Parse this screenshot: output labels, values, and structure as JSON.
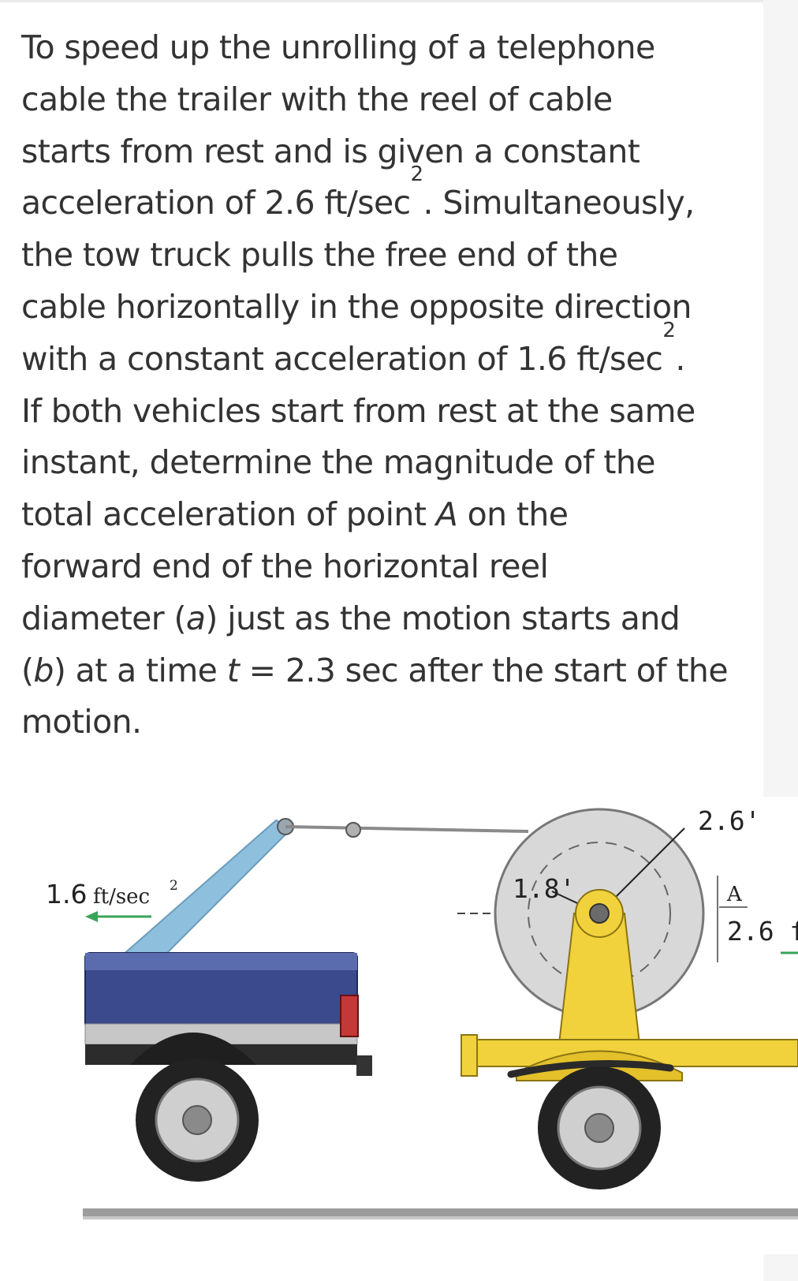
{
  "problem": {
    "line1": "To speed up the unrolling of a telephone",
    "line2": "cable the trailer with the reel of cable",
    "line3": "starts from rest and is given a constant",
    "line4_pre": "acceleration of 2.6 ft/sec",
    "line4_sup": "2",
    "line4_post": ". Simultaneously,",
    "line5": "the tow truck pulls the free end of the",
    "line6": "cable horizontally in the opposite direction",
    "line7_pre": "with a constant acceleration of 1.6 ft/sec",
    "line7_sup": "2",
    "line7_post": ".",
    "line8": "If both vehicles start from rest at the same",
    "line9": "instant, determine the magnitude of the",
    "line10_pre": "total acceleration of point ",
    "line10_var": "A",
    "line10_post": " on the",
    "line11": "forward end of the horizontal reel",
    "line12_pre": "diameter (",
    "line12_var": "a",
    "line12_post": ") just as the motion starts and",
    "line13_pre": "(",
    "line13_var": "b",
    "line13_mid": ") at a time ",
    "line13_t": "t",
    "line13_post": " = 2.3 sec after the start of the",
    "line14": "motion."
  },
  "figure": {
    "truck_accel_value": "1.6",
    "truck_accel_unit": "ft/sec",
    "truck_accel_sup": "2",
    "inner_diameter": "1.8'",
    "outer_diameter": "2.6'",
    "point_label": "A",
    "trailer_accel": "2.6 f",
    "colors": {
      "truck_body": "#3b4a8c",
      "boom": "#8ec0de",
      "trailer": "#f2d23c",
      "reel": "#d8d8d8",
      "arrow": "#3aa35a"
    }
  }
}
